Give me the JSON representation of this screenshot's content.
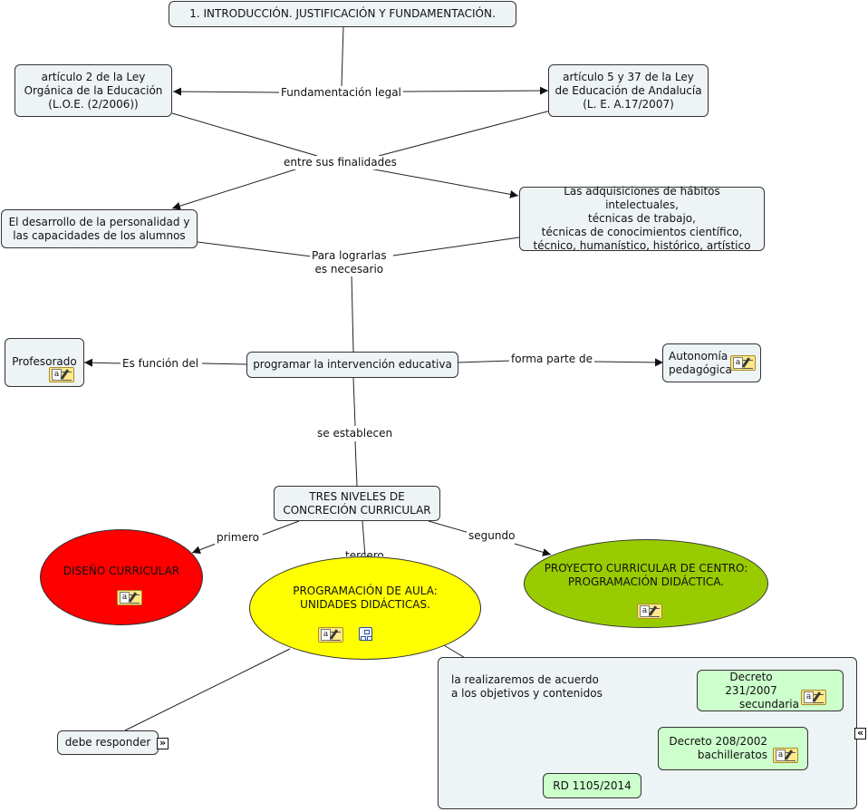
{
  "nodes": {
    "intro": "1.    INTRODUCCIÓN. JUSTIFICACIÓN Y FUNDAMENTACIÓN.",
    "loe": [
      "artículo 2 de la Ley",
      "Orgánica de la Educación",
      "(L.O.E. (2/2006))"
    ],
    "lea": [
      "artículo 5 y 37 de  la Ley",
      "de Educación de Andalucía",
      "(L. E. A.17/2007)"
    ],
    "desarrollo": [
      "El desarrollo de la personalidad y",
      "las capacidades de los alumnos"
    ],
    "adquisiciones": [
      "Las adquisiciones de hábitos intelectuales,",
      "técnicas de trabajo,",
      "técnicas de conocimientos científico,",
      "técnico, humanístico, histórico, artístico"
    ],
    "profesorado": "Profesorado",
    "programar": "programar la intervención educativa",
    "autonomia": [
      "Autonomía",
      "pedagógica"
    ],
    "niveles": [
      "TRES NIVELES DE",
      "CONCRECIÓN CURRICULAR"
    ],
    "diseno": "DISEÑO CURRICULAR",
    "aula": [
      "PROGRAMACIÓN DE AULA:",
      "UNIDADES DIDÁCTICAS."
    ],
    "proyecto": [
      "PROYECTO CURRICULAR DE CENTRO:",
      "PROGRAMACIÓN DIDÁCTICA."
    ],
    "debe": "debe responder",
    "decreto231": [
      "Decreto 231/2007",
      "secundaria"
    ],
    "decreto208": [
      "Decreto 208/2002",
      "bachilleratos"
    ],
    "rd": "RD 1105/2014"
  },
  "links": {
    "fundamentacion": "Fundamentación legal",
    "finalidades": "entre sus finalidades",
    "lograrlas": [
      "Para lograrlas",
      "es necesario"
    ],
    "funcion": "Es función del",
    "forma_parte": "forma parte de",
    "establecen": "se establecen",
    "primero": "primero",
    "segundo": "segundo",
    "tercero": "tercero",
    "realizaremos": [
      "la realizaremos de acuerdo",
      "a los objetivos y contenidos"
    ]
  },
  "icons": {
    "note": "note-icon",
    "submap": "concept-map-icon",
    "expand": "»",
    "collapse": "«"
  },
  "colors": {
    "node_fill": "#eef3f5",
    "green_fill": "#ccffcc",
    "diseno_fill": "#ff0000",
    "aula_fill": "#ffff00",
    "proyecto_fill": "#99cc00",
    "line": "#222222"
  }
}
